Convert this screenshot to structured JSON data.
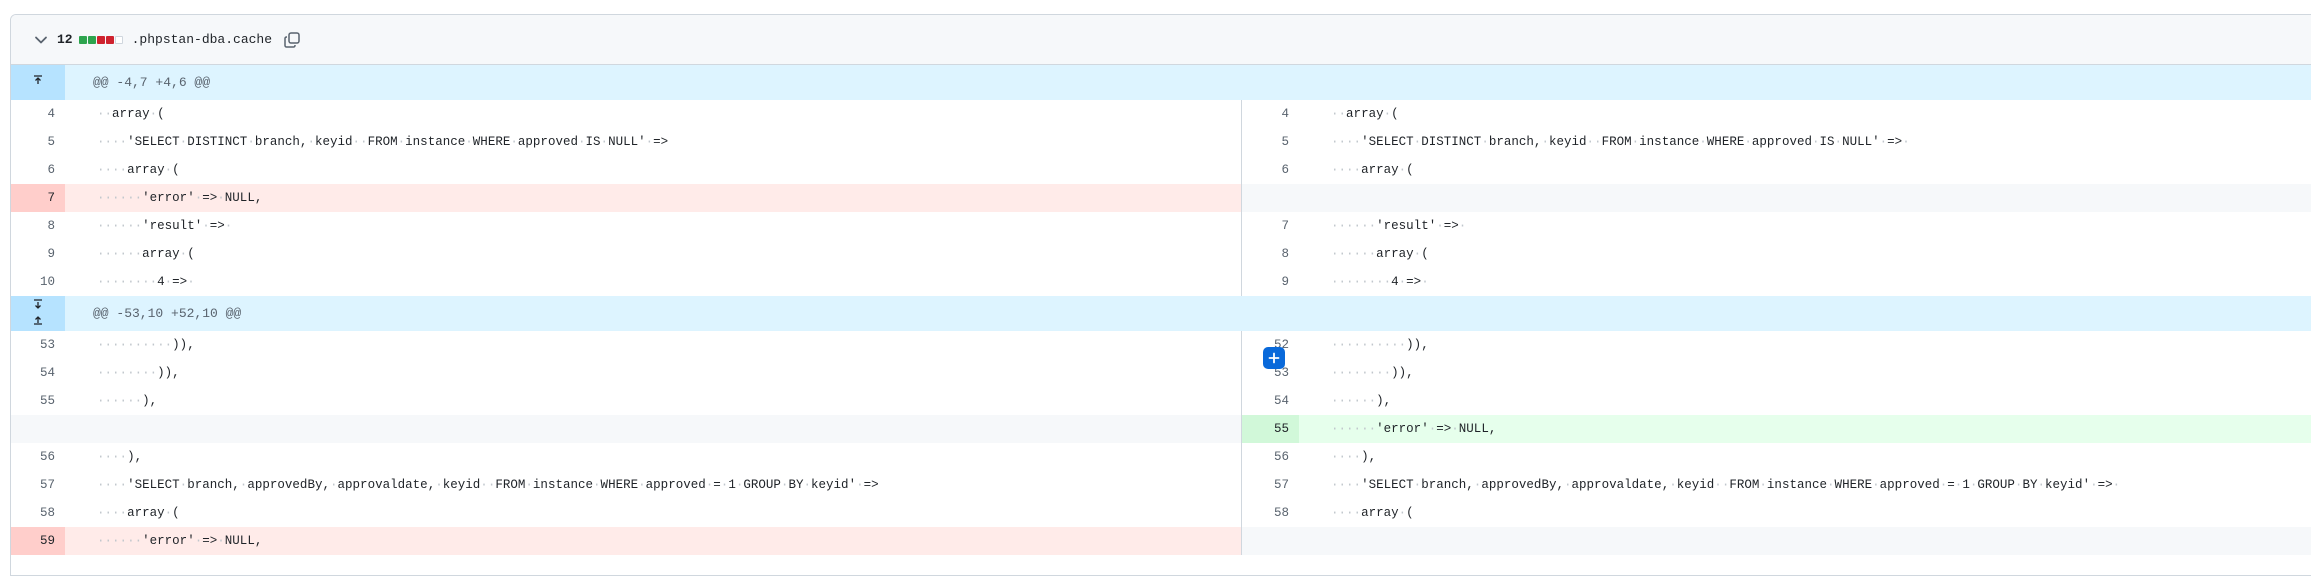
{
  "file": {
    "change_count": "12",
    "diffstat": [
      "added",
      "added",
      "deleted",
      "deleted",
      "neutral"
    ],
    "filename": ".phpstan-dba.cache",
    "colors": {
      "added": "#2da44e",
      "deleted": "#cf222e",
      "hunk_bg": "#ddf4ff"
    }
  },
  "hunks": [
    {
      "header": "@@ -4,7 +4,6 @@",
      "icons": [
        "expand-up-icon"
      ]
    },
    {
      "header": "@@ -53,10 +52,10 @@",
      "icons": [
        "expand-down-icon",
        "expand-up-icon"
      ]
    }
  ],
  "block1": [
    {
      "l": "4",
      "lc": "··array·(",
      "r": "4",
      "rc": "··array·(",
      "t": ""
    },
    {
      "l": "5",
      "lc": "····'SELECT·DISTINCT·branch,·keyid··FROM·instance·WHERE·approved·IS·NULL'·=>",
      "r": "5",
      "rc": "····'SELECT·DISTINCT·branch,·keyid··FROM·instance·WHERE·approved·IS·NULL'·=>·",
      "t": ""
    },
    {
      "l": "6",
      "lc": "····array·(",
      "r": "6",
      "rc": "····array·(",
      "t": ""
    },
    {
      "l": "7",
      "lc": "······'error'·=>·NULL,",
      "r": "",
      "rc": "",
      "t": "del"
    },
    {
      "l": "8",
      "lc": "······'result'·=>·",
      "r": "7",
      "rc": "······'result'·=>·",
      "t": ""
    },
    {
      "l": "9",
      "lc": "······array·(",
      "r": "8",
      "rc": "······array·(",
      "t": ""
    },
    {
      "l": "10",
      "lc": "········4·=>·",
      "r": "9",
      "rc": "········4·=>·",
      "t": ""
    }
  ],
  "block2": [
    {
      "l": "53",
      "lc": "··········)),",
      "r": "52",
      "rc": "··········)),",
      "t": ""
    },
    {
      "l": "54",
      "lc": "········)),",
      "r": "53",
      "rc": "········)),",
      "t": ""
    },
    {
      "l": "55",
      "lc": "······),",
      "r": "54",
      "rc": "······),",
      "t": ""
    },
    {
      "l": "",
      "lc": "",
      "r": "55",
      "rc": "······'error'·=>·NULL,",
      "t": "add"
    },
    {
      "l": "56",
      "lc": "····),",
      "r": "56",
      "rc": "····),",
      "t": ""
    },
    {
      "l": "57",
      "lc": "····'SELECT·branch,·approvedBy,·approvaldate,·keyid··FROM·instance·WHERE·approved·=·1·GROUP·BY·keyid'·=>",
      "r": "57",
      "rc": "····'SELECT·branch,·approvedBy,·approvaldate,·keyid··FROM·instance·WHERE·approved·=·1·GROUP·BY·keyid'·=>·",
      "t": ""
    },
    {
      "l": "58",
      "lc": "····array·(",
      "r": "58",
      "rc": "····array·(",
      "t": ""
    },
    {
      "l": "59",
      "lc": "······'error'·=>·NULL,",
      "r": "",
      "rc": "",
      "t": "del"
    }
  ]
}
